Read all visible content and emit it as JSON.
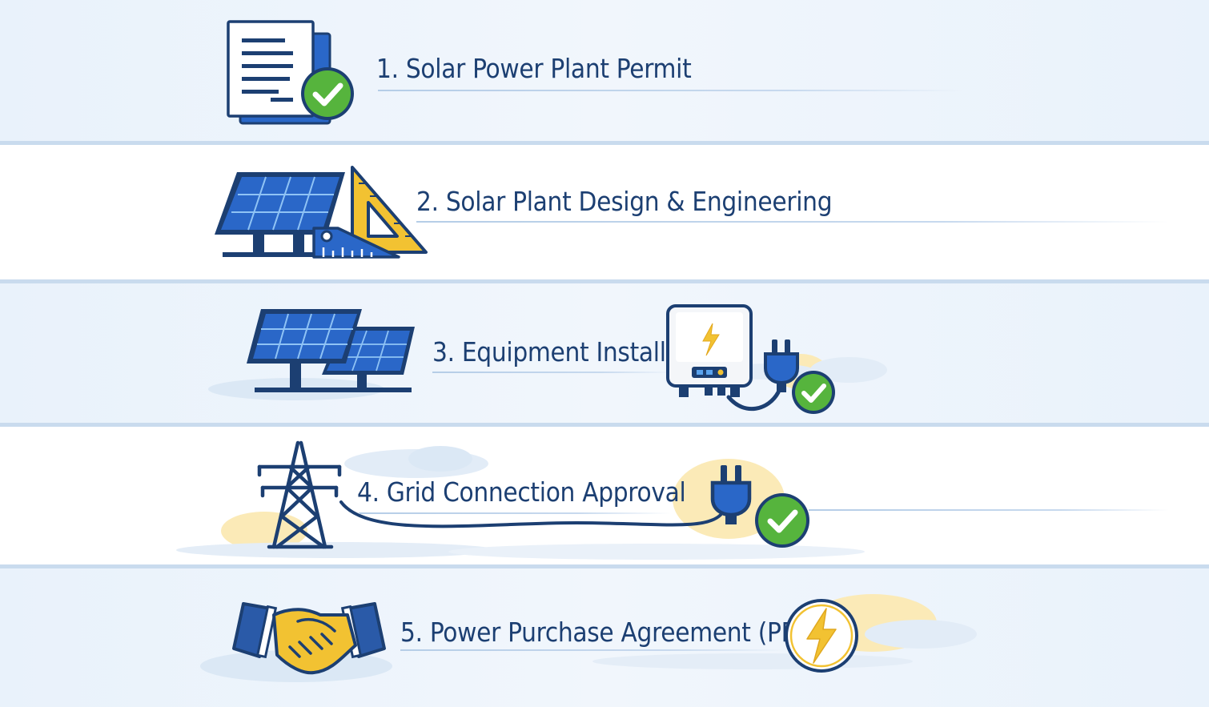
{
  "steps": [
    {
      "label": "1. Solar Power Plant Permit"
    },
    {
      "label": "2. Solar Plant Design & Engineering"
    },
    {
      "label": "3. Equipment Installation"
    },
    {
      "label": "4. Grid Connection Approval"
    },
    {
      "label": "5. Power Purchase Agreement (PPA)"
    }
  ],
  "icons": {
    "step1": [
      "document-icon",
      "checkmark-badge-icon"
    ],
    "step2": [
      "solar-panel-icon",
      "set-square-icon",
      "ruler-icon"
    ],
    "step3": [
      "solar-panels-icon",
      "inverter-icon",
      "power-plug-icon",
      "checkmark-badge-icon"
    ],
    "step4": [
      "transmission-tower-icon",
      "power-cable-icon",
      "power-plug-icon",
      "checkmark-badge-icon"
    ],
    "step5": [
      "handshake-icon",
      "lightning-badge-icon"
    ]
  },
  "colors": {
    "navy": "#1c3f72",
    "blue": "#2a67c8",
    "green": "#56b43d",
    "yellow": "#f2c232",
    "separator": "#c9dbee"
  }
}
